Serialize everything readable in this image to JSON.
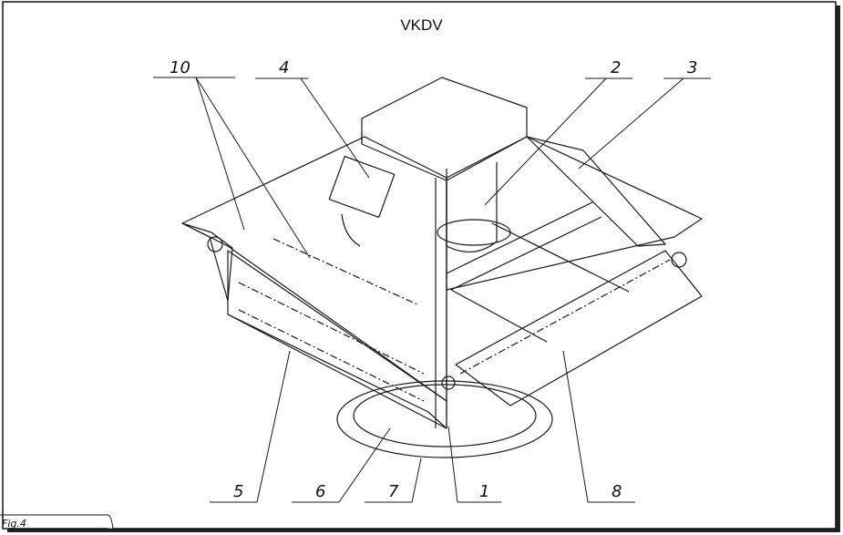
{
  "title": "VKDV",
  "figure_label": "Fig.4",
  "callouts": [
    {
      "id": "c10",
      "text": "10"
    },
    {
      "id": "c4",
      "text": "4"
    },
    {
      "id": "c2",
      "text": "2"
    },
    {
      "id": "c3",
      "text": "3"
    },
    {
      "id": "c5",
      "text": "5"
    },
    {
      "id": "c6",
      "text": "6"
    },
    {
      "id": "c7",
      "text": "7"
    },
    {
      "id": "c1",
      "text": "1"
    },
    {
      "id": "c8",
      "text": "8"
    }
  ],
  "colors": {
    "line": "#1a1a1a",
    "paper": "#ffffff"
  }
}
